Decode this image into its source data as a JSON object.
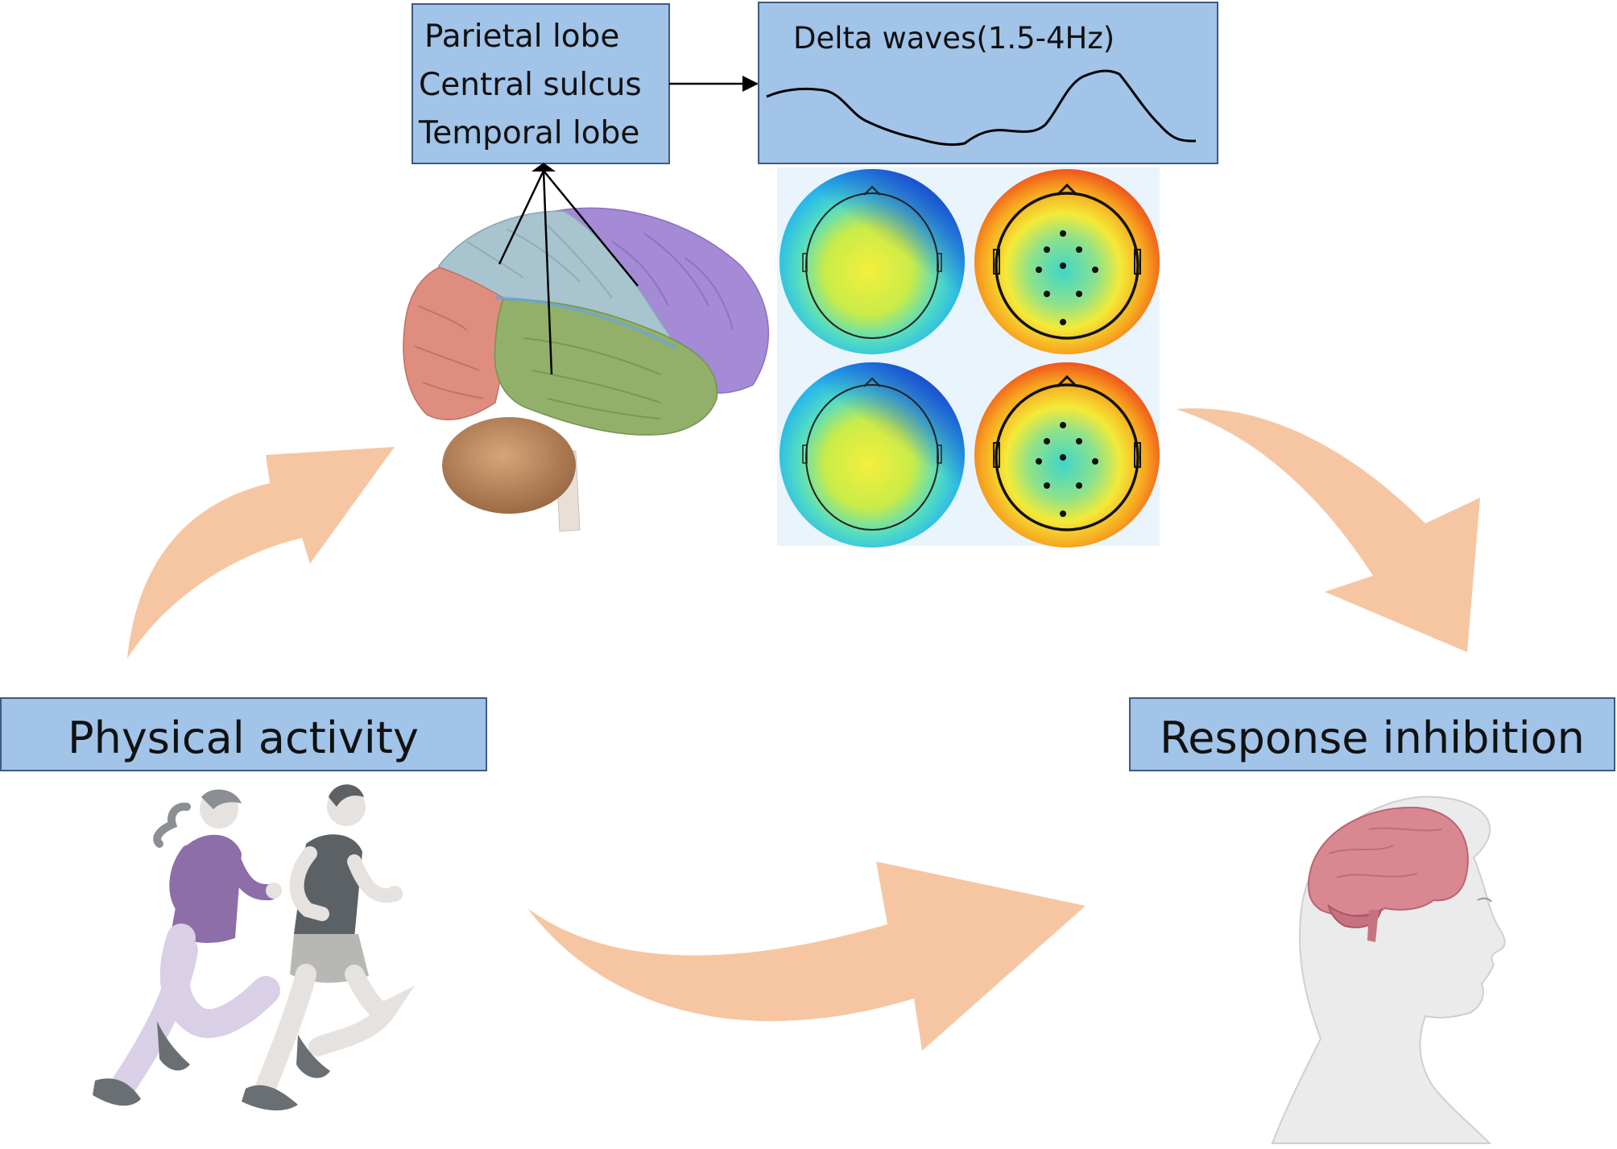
{
  "brain_regions": {
    "lines": [
      "Parietal lobe",
      "Central sulcus",
      "Temporal lobe"
    ]
  },
  "waveform": {
    "label": "Delta waves(1.5-4Hz)"
  },
  "boxes": {
    "physical_activity": "Physical activity",
    "response_inhibition": "Response inhibition"
  },
  "colors": {
    "box_fill": "#a1c4e8",
    "box_border": "#3e5a82",
    "arrow": "#f6c6a2",
    "runner_woman_shirt": "#8d6ea8",
    "runner_man_shirt": "#5c6166",
    "head_brain": "#d98791"
  },
  "icons": {
    "runners": "two-runners-illustration",
    "head": "human-head-with-brain-illustration",
    "brain": "lateral-brain-lobes-illustration",
    "topomaps": "eeg-topographic-maps-2x2"
  }
}
